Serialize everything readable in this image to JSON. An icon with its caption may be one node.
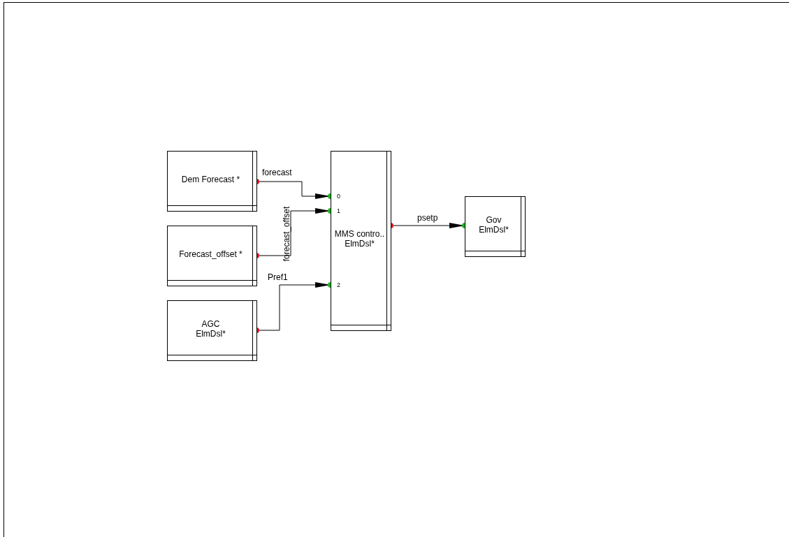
{
  "diagram": {
    "nodes": [
      {
        "text": [
          "Dem Forecast *"
        ]
      },
      {
        "text": [
          "Forecast_offset *"
        ]
      },
      {
        "text": [
          "AGC ElmDsl*"
        ]
      },
      {
        "text": [
          "MMS contro.. ElmDsl*"
        ]
      },
      {
        "text": [
          "Gov ElmDsl*"
        ]
      }
    ],
    "edges": [
      {
        "from": 0,
        "to": 3,
        "arrow": "to",
        "label": "forecast"
      },
      {
        "from": 1,
        "to": 3,
        "arrow": "to",
        "label": "forecast_offset"
      },
      {
        "from": 2,
        "to": 3,
        "arrow": "to",
        "label": "Pref1"
      },
      {
        "from": 3,
        "to": 4,
        "arrow": "to",
        "label": "psetp"
      }
    ],
    "labels": [
      "0",
      "1",
      "2"
    ]
  }
}
